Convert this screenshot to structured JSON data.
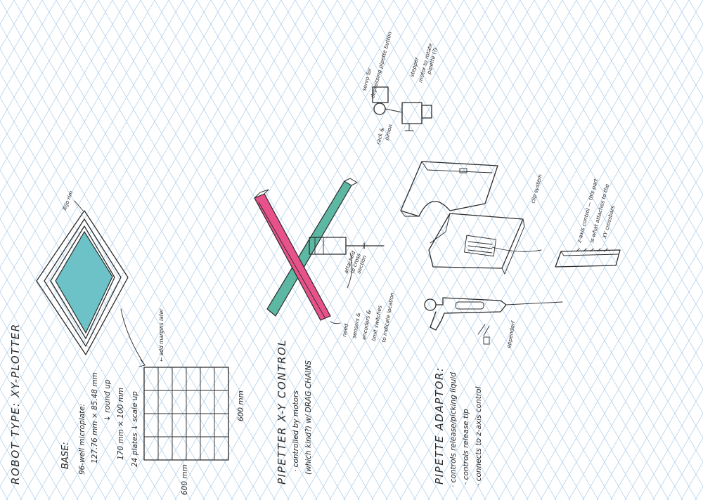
{
  "colors": {
    "grid": "#9ec3e4",
    "ink": "#2a2a2a",
    "plate_fill": "#6cc2c6",
    "pink_rail": "#e8528b",
    "green_rail": "#5cb8a3"
  },
  "labels": {
    "robot_type": "ROBOT TYPE: XY-PLOTTER",
    "base_heading": "BASE:",
    "base_line1": "96-well microplate:",
    "base_line2": "127.76 mm × 85.48 mm",
    "base_line3": "↓ round up",
    "base_line4": "170 mm × 100 mm",
    "base_line5": "24 plates ↓ scale up",
    "grid_width": "600 mm",
    "grid_height": "600 mm",
    "margins_note": "← add margins later",
    "plate_wall": "Rijo rim",
    "xy_heading": "PIPETTER X-Y CONTROL",
    "xy_line1": "· controlled by motors",
    "xy_line2": "(which kind?) w/ DRAG CHAINS",
    "sensors_note1": "need",
    "sensors_note2": "sensors &",
    "sensors_note3": "encoders &",
    "sensors_note4": "limit switches",
    "sensors_note5": "to indicate location",
    "attached_note1": "attached",
    "attached_note2": "to cross",
    "attached_note3": "section",
    "adaptor_heading": "PIPETTE ADAPTOR:",
    "adaptor_line1": "· controls release/picking liquid",
    "adaptor_line2": "· controls release tip",
    "adaptor_line3": "· connects to z-axis control",
    "z_note1": "z-axis control — this part",
    "z_note2": "is what attaches to the",
    "z_note3": "XY crossbars",
    "servo_note1": "servo for",
    "servo_note2": "depressing pipette button",
    "stepper_note1": "stepper",
    "stepper_note2": "motor to rotate",
    "stepper_note3": "pipette (?)",
    "rack_note1": "rack &",
    "rack_note2": "pinion",
    "clip_note": "clip system",
    "pipette_note": "eppendorf"
  }
}
